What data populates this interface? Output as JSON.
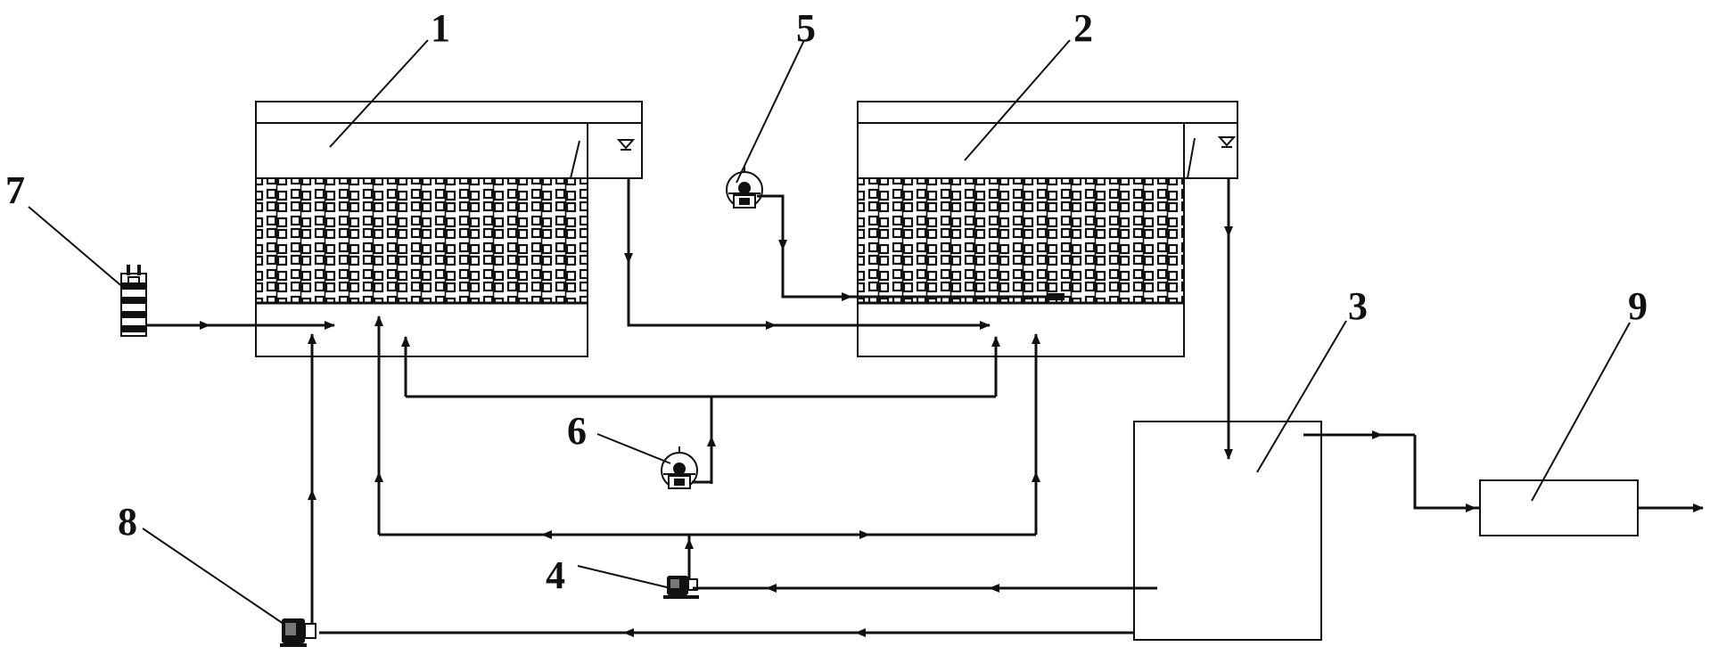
{
  "labels": {
    "tank1": "1",
    "tank2": "2",
    "tank3": "3",
    "pump4": "4",
    "blower5": "5",
    "blower6": "6",
    "pump7": "7",
    "pump8": "8",
    "unit9": "9"
  },
  "colors": {
    "line": "#111111",
    "background": "#ffffff"
  },
  "icons": {
    "blower": "blower-icon",
    "pump": "pump-icon",
    "submersible_pump": "submersible-pump-icon",
    "water_level": "water-level-icon",
    "media": "biofilm-media-pattern"
  }
}
